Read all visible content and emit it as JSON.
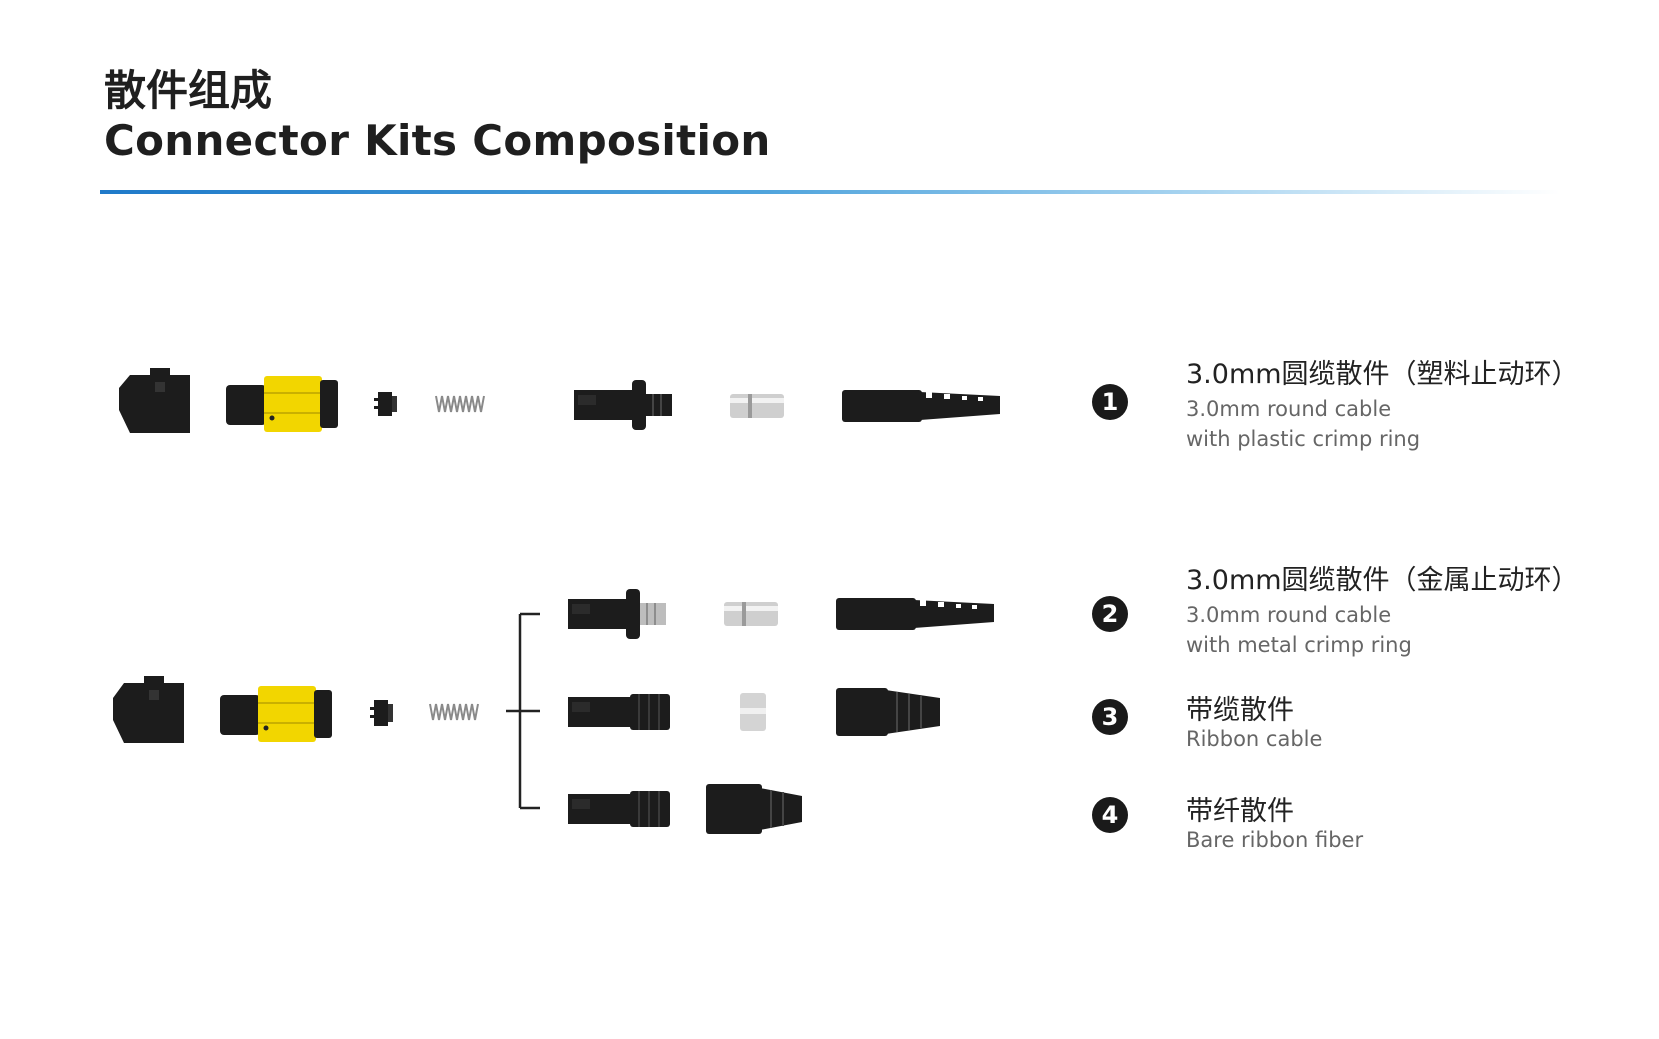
{
  "header": {
    "title_zh": "散件组成",
    "title_en": "Connector Kits Composition"
  },
  "colors": {
    "accent": "#1f7ac9",
    "housing_yellow": "#f2d600",
    "part_black": "#1c1c1c",
    "badge": "#1a1a1a"
  },
  "kits": [
    {
      "number": "1",
      "name_zh": "3.0mm圆缆散件（塑料止动环）",
      "name_en_line1": "3.0mm round cable",
      "name_en_line2": "with plastic crimp ring"
    },
    {
      "number": "2",
      "name_zh": "3.0mm圆缆散件（金属止动环）",
      "name_en_line1": "3.0mm round cable",
      "name_en_line2": "with metal crimp ring"
    },
    {
      "number": "3",
      "name_zh": "带缆散件",
      "name_en_line1": "Ribbon cable",
      "name_en_line2": ""
    },
    {
      "number": "4",
      "name_zh": "带纤散件",
      "name_en_line1": "Bare ribbon fiber",
      "name_en_line2": ""
    }
  ],
  "parts": [
    "dust-cap",
    "housing",
    "pin-clamp",
    "spring",
    "spring-push",
    "crimp-ring",
    "boot"
  ]
}
